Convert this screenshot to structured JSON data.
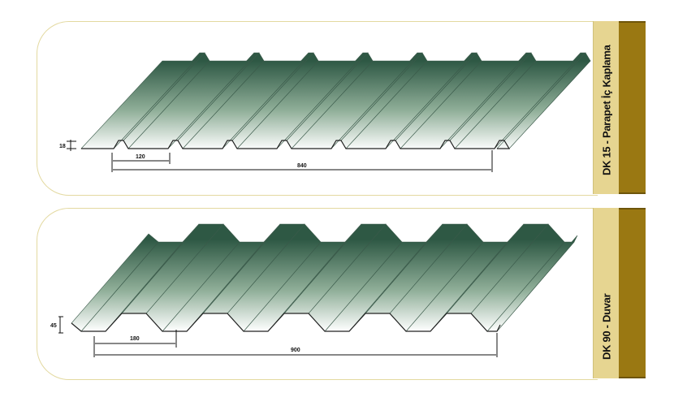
{
  "profiles": [
    {
      "title": "DK 15 - Parapet İç Kaplama",
      "height_dim": "18",
      "pitch_dim": "120",
      "width_dim": "840"
    },
    {
      "title": "DK 90 - Duvar",
      "height_dim": "45",
      "pitch_dim": "180",
      "width_dim": "900"
    }
  ],
  "colors": {
    "sheet_dark": "#2e5844",
    "accent_tan": "#e6d591",
    "accent_brown": "#9a7812"
  }
}
